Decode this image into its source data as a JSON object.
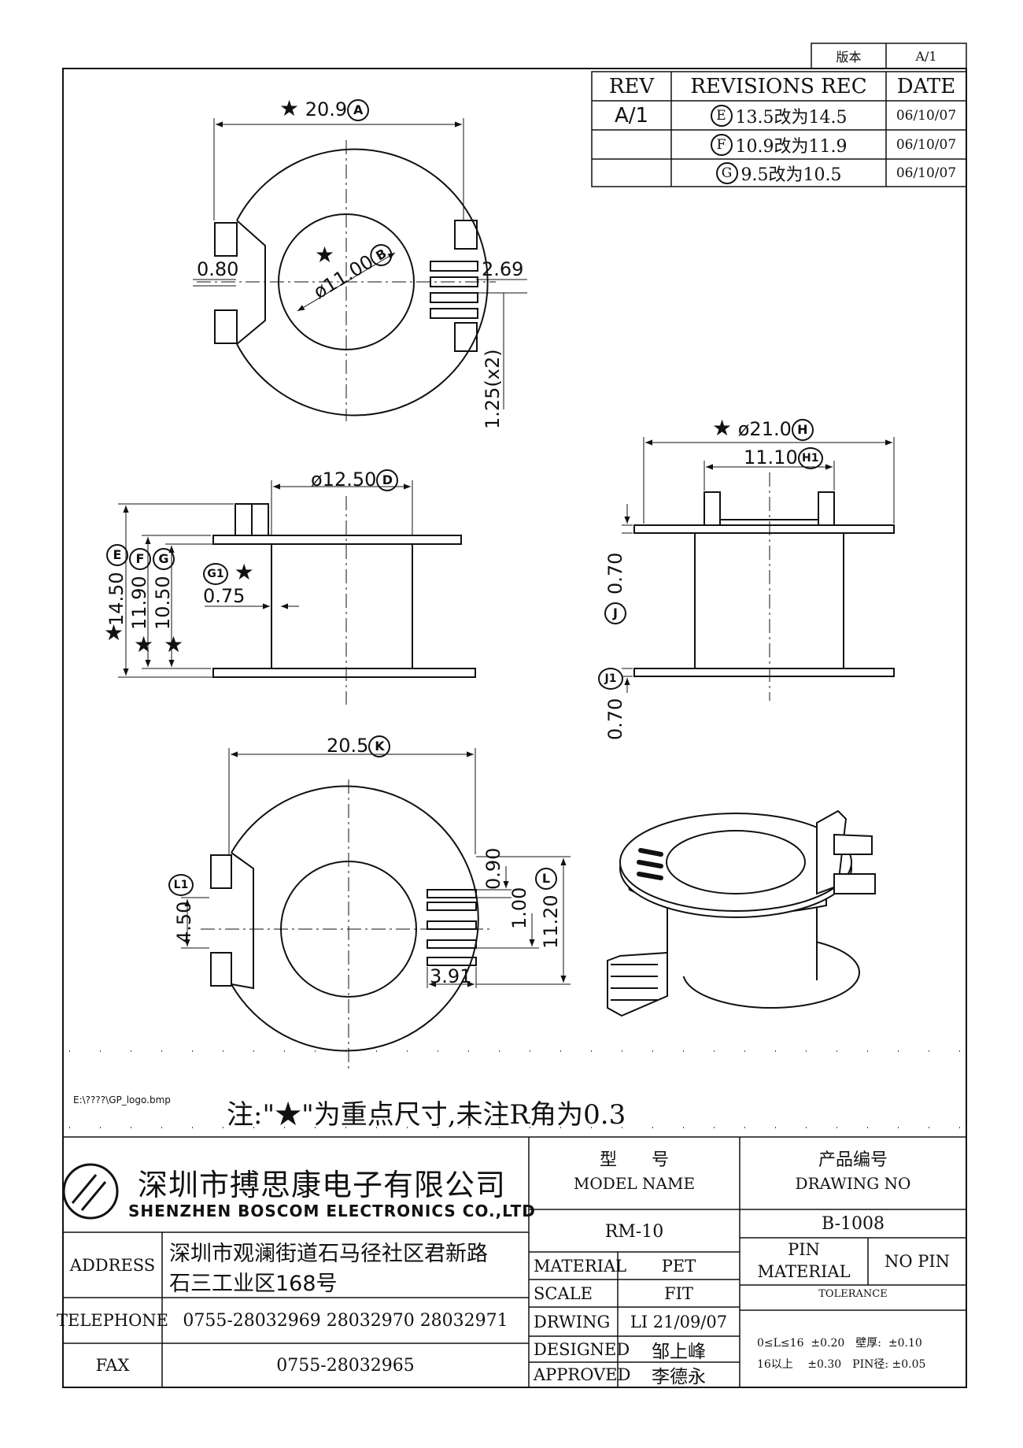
{
  "version_box": {
    "label": "版本",
    "value": "A/1"
  },
  "revisions": {
    "header": {
      "rev": "REV",
      "rec": "REVISIONS REC",
      "date": "DATE"
    },
    "rev_value": "A/1",
    "rows": [
      {
        "mark": "E",
        "text": "13.5改为14.5",
        "date": "06/10/07"
      },
      {
        "mark": "F",
        "text": "10.9改为11.9",
        "date": "06/10/07"
      },
      {
        "mark": "G",
        "text": "9.5改为10.5",
        "date": "06/10/07"
      }
    ]
  },
  "star": "★",
  "dims": {
    "a": "20.9",
    "a_mark": "A",
    "b": "ø11.00",
    "b_mark": "B",
    "left_slot": "0.80",
    "right_slot": "2.69",
    "pin_pitch": "1.25(x2)",
    "d": "ø12.50",
    "d_mark": "D",
    "e": "14.50",
    "e_mark": "E",
    "f": "11.90",
    "f_mark": "F",
    "g": "10.50",
    "g_mark": "G",
    "g1": "0.75",
    "g1_mark": "G1",
    "h": "ø21.0",
    "h_mark": "H",
    "h1": "11.10",
    "h1_mark": "H1",
    "j": "0.70",
    "j_mark": "J",
    "j1": "0.70",
    "j1_mark": "J1",
    "k": "20.5",
    "k_mark": "K",
    "l1": "4.50",
    "l1_mark": "L1",
    "p1": "0.90",
    "p2": "1.00",
    "l": "11.20",
    "l_mark": "L",
    "w": "3.91"
  },
  "logo_path": "E:\\????\\GP_logo.bmp",
  "note": "注:\"★\"为重点尺寸,未注R角为0.3",
  "title_block": {
    "company_cn": "深圳市搏思康电子有限公司",
    "company_en": "SHENZHEN BOSCOM ELECTRONICS CO.,LTD",
    "address_label": "ADDRESS",
    "address_line1": "深圳市观澜街道石马径社区君新路",
    "address_line2": "石三工业区168号",
    "telephone_label": "TELEPHONE",
    "telephone": "0755-28032969 28032970 28032971",
    "fax_label": "FAX",
    "fax": "0755-28032965",
    "model_cn": "型　　号",
    "model_en": "MODEL NAME",
    "model_value": "RM-10",
    "drawing_cn": "产品编号",
    "drawing_en": "DRAWING NO",
    "drawing_value": "B-1008",
    "material_label": "MATERIAL",
    "material_value": "PET",
    "pin_material_label1": "PIN",
    "pin_material_label2": "MATERIAL",
    "pin_material_value": "NO PIN",
    "scale_label": "SCALE",
    "scale_value": "FIT",
    "tolerance_label": "TOLERANCE",
    "drwing_label": "DRWING",
    "drwing_value": "LI 21/09/07",
    "designed_label": "DESIGNED",
    "designed_value": "邹上峰",
    "approved_label": "APPROVED",
    "approved_value": "李德永",
    "tol1": "0≤L≤16  ±0.20　壁厚:  ±0.10",
    "tol2": "16以上　 ±0.30　PIN径: ±0.05"
  }
}
